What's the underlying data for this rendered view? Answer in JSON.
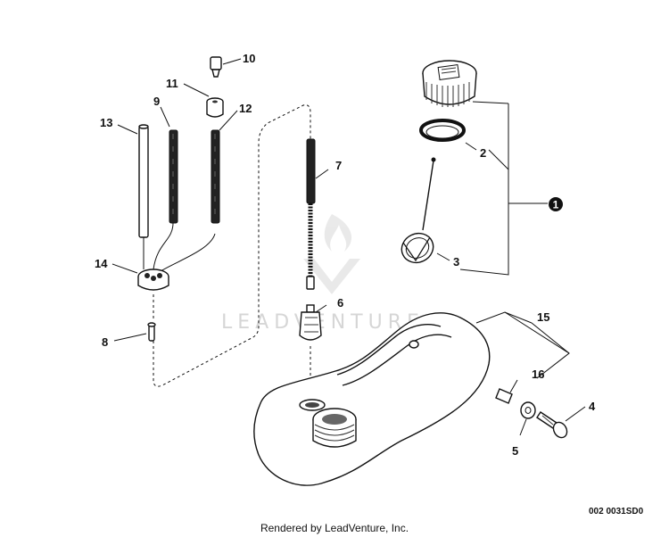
{
  "diagram": {
    "callouts": {
      "c1": "1",
      "c2": "2",
      "c3": "3",
      "c4": "4",
      "c5": "5",
      "c6": "6",
      "c7": "7",
      "c8": "8",
      "c9": "9",
      "c10": "10",
      "c11": "11",
      "c12": "12",
      "c13": "13",
      "c14": "14",
      "c15": "15",
      "c16": "16"
    },
    "watermark": "LEADVENTURE",
    "figure_code": "002 0031SD0",
    "footer_credit": "Rendered by LeadVenture, Inc."
  }
}
